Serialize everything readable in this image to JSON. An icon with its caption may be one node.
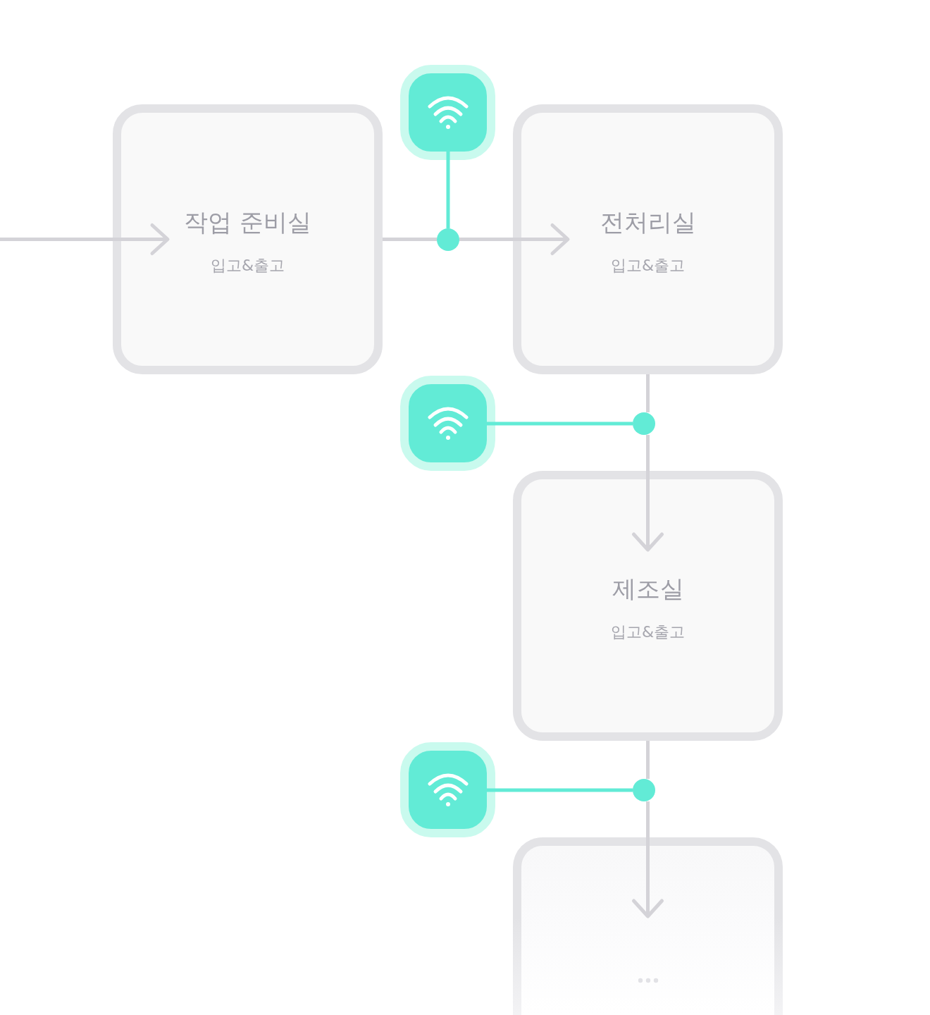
{
  "diagram": {
    "nodes": [
      {
        "text": [
          "작업 준비실",
          "입고&출고"
        ]
      },
      {
        "text": [],
        "shape": "picture"
      },
      {
        "text": [],
        "shape": "circle"
      },
      {
        "text": [
          "전처리실",
          "입고&출고"
        ]
      },
      {
        "text": [],
        "shape": "picture"
      },
      {
        "text": [],
        "shape": "circle"
      },
      {
        "text": [
          "제조실",
          "입고&출고"
        ]
      },
      {
        "text": [],
        "shape": "picture"
      },
      {
        "text": [],
        "shape": "circle"
      },
      {
        "text": [],
        "shape": "box"
      }
    ],
    "edges": [
      {
        "from": null,
        "to": 0,
        "arrow": "to"
      },
      {
        "from": 0,
        "to": 2,
        "arrow": "none"
      },
      {
        "from": 2,
        "to": 3,
        "arrow": "to"
      },
      {
        "from": 1,
        "to": 2,
        "arrow": "none",
        "color": "#62ebd6"
      },
      {
        "from": 3,
        "to": 5,
        "arrow": "none"
      },
      {
        "from": 5,
        "to": 6,
        "arrow": "to"
      },
      {
        "from": 4,
        "to": 5,
        "arrow": "none",
        "color": "#62ebd6"
      },
      {
        "from": 6,
        "to": 8,
        "arrow": "none"
      },
      {
        "from": 8,
        "to": 9,
        "arrow": "to"
      },
      {
        "from": 7,
        "to": 8,
        "arrow": "none",
        "color": "#62ebd6"
      }
    ]
  }
}
